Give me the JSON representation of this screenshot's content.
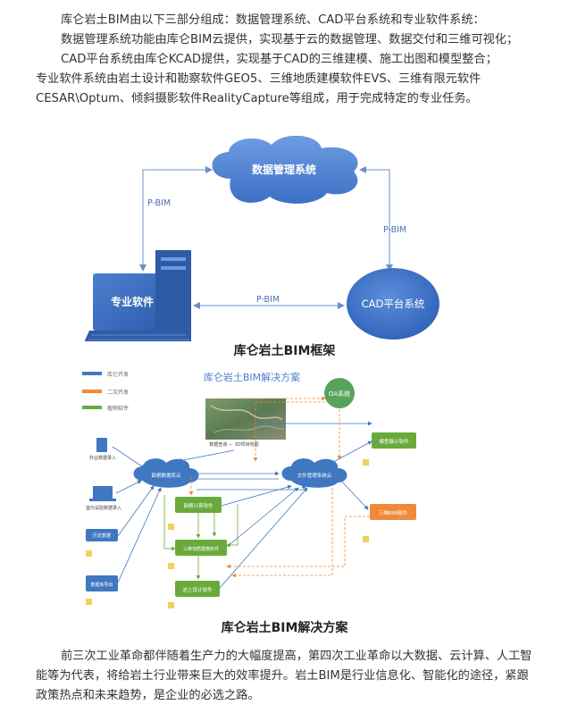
{
  "intro": {
    "p1": "库仑岩土BIM由以下三部分组成：数据管理系统、CAD平台系统和专业软件系统：",
    "p2": "数据管理系统功能由库仑BIM云提供，实现基于云的数据管理、数据交付和三维可视化；",
    "p3": "CAD平台系统由库仑KCAD提供，实现基于CAD的三维建模、施工出图和模型整合；",
    "p4": "专业软件系统由岩土设计和勘察软件GEO5、三维地质建模软件EVS、三维有限元软件CESAR\\Optum、倾斜摄影软件RealityCapture等组成，用于完成特定的专业任务。"
  },
  "framework": {
    "cloud_label": "数据管理系统",
    "pc_label": "专业软件",
    "cad_label": "CAD平台系统",
    "edge_left": "P-BIM",
    "edge_right": "P-BIM",
    "edge_bottom": "P-BIM",
    "caption": "库仑岩土BIM框架"
  },
  "solution": {
    "title": "库仑岩土BIM解决方案",
    "legend": [
      "库仑开发",
      "二次开发",
      "植物软件"
    ],
    "oa": "OA系统",
    "kancha_cloud": "勘察数据库云",
    "file_cloud": "文件管理系统云",
    "model_show": "模型展示软件",
    "survey_sw": "勘察计算软件",
    "geo_model": "三维地质建模软件",
    "rock_design": "岩土设计软件",
    "three_d_sw": "三维BIM软件",
    "field_data": "外业数据录入",
    "lab_data": "室内试验数据录入",
    "history": "历史数据",
    "db_import": "数据库导出",
    "map_caption": "数据查询 — 3D项目地图",
    "caption": "库仑岩土BIM解决方案"
  },
  "outro": {
    "p1": "前三次工业革命都伴随着生产力的大幅度提高，第四次工业革命以大数据、云计算、人工智能等为代表，将给岩土行业带来巨大的效率提升。岩土BIM是行业信息化、智能化的途径，紧跟政策热点和未来趋势，是企业的必选之路。"
  },
  "colors": {
    "blue": "#3f78c1",
    "orange": "#f08a3a",
    "green": "#6aaa3c",
    "oa_green": "#58a35b"
  }
}
